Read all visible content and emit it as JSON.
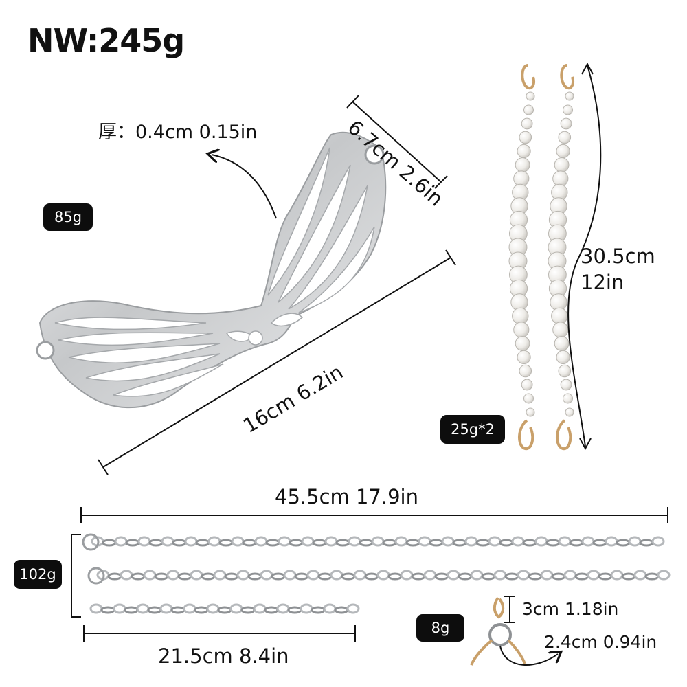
{
  "title": "NW:245g",
  "wing": {
    "thickness": "厚：0.4cm 0.15in",
    "width_label": "16cm 6.2in",
    "height_label": "6.7cm 2.6in",
    "weight": "85g"
  },
  "pearl_chain": {
    "length_cm": "30.5cm",
    "length_in": "12in",
    "weight": "25g*2"
  },
  "metal_chain": {
    "long_label": "45.5cm 17.9in",
    "short_label": "21.5cm  8.4in",
    "weight": "102g"
  },
  "hooks": {
    "hook_size": "3cm 1.18in",
    "ring_size": "2.4cm 0.94in",
    "weight": "8g"
  },
  "colors": {
    "metal": "#c9cbcd",
    "metal_dark": "#8e9194",
    "pearl": "#f3f2ef",
    "gold": "#c9a06a",
    "badge": "#0d0d0d"
  }
}
